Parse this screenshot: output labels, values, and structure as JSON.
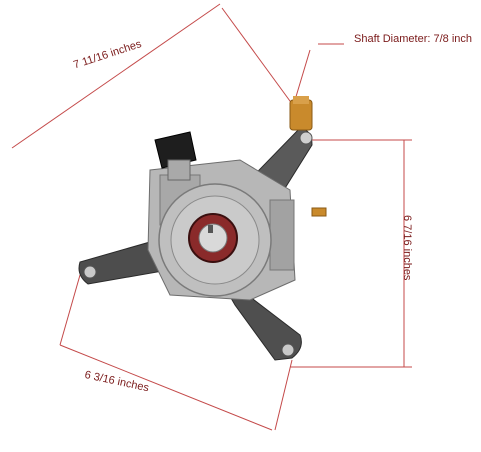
{
  "annotations": {
    "top_dimension": "7 11/16 inches",
    "shaft_diameter": "Shaft Diameter: 7/8 inch",
    "right_dimension": "6 7/16 inches",
    "bottom_dimension": "6 3/16 inches"
  },
  "colors": {
    "dimension_line": "#c44a4a",
    "label_text": "#7a1a1a",
    "pump_body": "#b8b8b8",
    "arm_dark": "#4a4a4a",
    "brass": "#c98a2c",
    "knob": "#1e1e1e"
  }
}
